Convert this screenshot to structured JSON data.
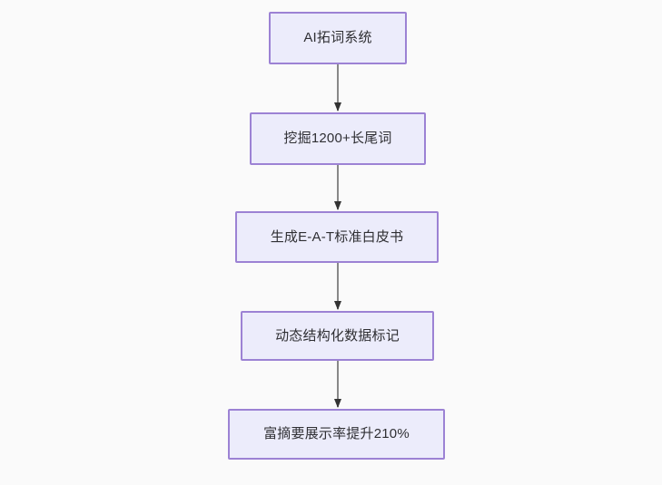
{
  "diagram": {
    "type": "flowchart",
    "direction": "top-to-bottom",
    "background_color": "#fafafa",
    "node_fill_color": "#ececfb",
    "node_border_color": "#9c82d4",
    "node_text_color": "#2f2f33",
    "edge_color": "#888888",
    "arrowhead_color": "#333333",
    "nodes": [
      {
        "id": "n1",
        "label": "AI拓词系统"
      },
      {
        "id": "n2",
        "label": "挖掘1200+长尾词"
      },
      {
        "id": "n3",
        "label": "生成E-A-T标准白皮书"
      },
      {
        "id": "n4",
        "label": "动态结构化数据标记"
      },
      {
        "id": "n5",
        "label": "富摘要展示率提升210%"
      }
    ],
    "edges": [
      {
        "from": "n1",
        "to": "n2",
        "label": ""
      },
      {
        "from": "n2",
        "to": "n3",
        "label": ""
      },
      {
        "from": "n3",
        "to": "n4",
        "label": ""
      },
      {
        "from": "n4",
        "to": "n5",
        "label": ""
      }
    ]
  }
}
